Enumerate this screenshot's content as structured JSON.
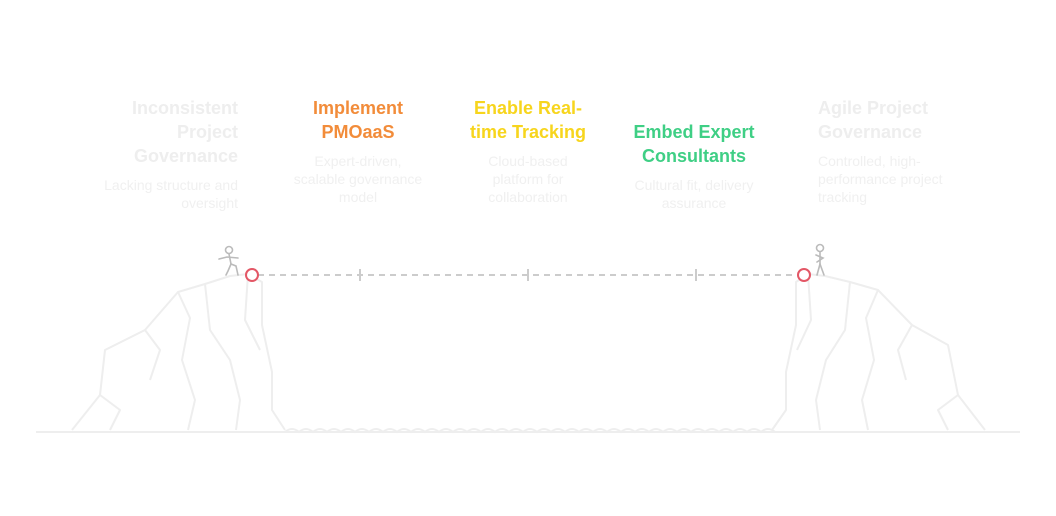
{
  "colors": {
    "implement": "#f28c3a",
    "tracking": "#f7d51d",
    "consultants": "#3fcf85",
    "muted_text": "#eeeeee",
    "line": "#cccccc",
    "marker": "#e35766"
  },
  "start": {
    "title": "Inconsistent\nProject\nGovernance",
    "desc": "Lacking structure and\noversight"
  },
  "steps": [
    {
      "title": "Implement\nPMOaaS",
      "desc": "Expert-driven,\nscalable governance\nmodel"
    },
    {
      "title": "Enable Real-\ntime Tracking",
      "desc": "Cloud-based\nplatform for\ncollaboration"
    },
    {
      "title": "Embed Expert\nConsultants",
      "desc": "Cultural fit, delivery\nassurance"
    }
  ],
  "end": {
    "title": "Agile Project\nGovernance",
    "desc": "Controlled, high-\nperformance project\ntracking"
  },
  "icons": {
    "start_figure": "walking-person-icon",
    "end_figure": "standing-person-icon"
  }
}
